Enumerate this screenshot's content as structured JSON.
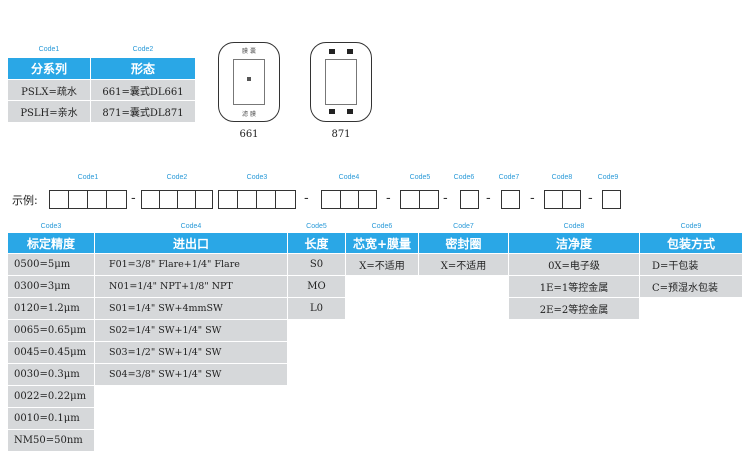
{
  "top": {
    "codes": [
      "Code1",
      "Code2"
    ],
    "headers": [
      "分系列",
      "形态"
    ],
    "rows": [
      [
        "PSLX=疏水",
        "661=囊式DL661"
      ],
      [
        "PSLH=亲水",
        "871=囊式DL871"
      ]
    ],
    "images": [
      {
        "label": "661",
        "top_text": "膜 囊",
        "bottom_text": "滤 膜"
      },
      {
        "label": "871"
      }
    ]
  },
  "example": {
    "label": "示例:",
    "codes": [
      "Code1",
      "Code2",
      "Code3",
      "Code4",
      "Code5",
      "Code6",
      "Code7",
      "Code8",
      "Code9"
    ]
  },
  "table": {
    "codes": [
      "Code3",
      "Code4",
      "Code5",
      "Code6",
      "Code7",
      "Code8",
      "Code9"
    ],
    "headers": [
      "标定精度",
      "进出口",
      "长度",
      "芯宽+膜量",
      "密封圈",
      "洁净度",
      "包装方式"
    ],
    "col1": [
      "0500=5μm",
      "0300=3μm",
      "0120=1.2μm",
      "0065=0.65μm",
      "0045=0.45μm",
      "0030=0.3μm",
      "0022=0.22μm",
      "0010=0.1μm",
      "NM50=50nm"
    ],
    "col2": [
      "F01=3/8\" Flare+1/4\" Flare",
      "N01=1/4\" NPT+1/8\" NPT",
      "S01=1/4\" SW+4mmSW",
      "S02=1/4\" SW+1/4\" SW",
      "S03=1/2\" SW+1/4\" SW",
      "S04=3/8\" SW+1/4\" SW"
    ],
    "col3": [
      "S0",
      "MO",
      "L0"
    ],
    "col4": [
      "X=不适用"
    ],
    "col5": [
      "X=不适用"
    ],
    "col6": [
      "0X=电子级",
      "1E=1等控金属",
      "2E=2等控金属"
    ],
    "col7": [
      "D=干包装",
      "C=预湿水包装"
    ]
  },
  "colors": {
    "header_bg": "#2aa7e6",
    "cell_bg": "#d6d8da",
    "code_text": "#2a9ad8"
  }
}
